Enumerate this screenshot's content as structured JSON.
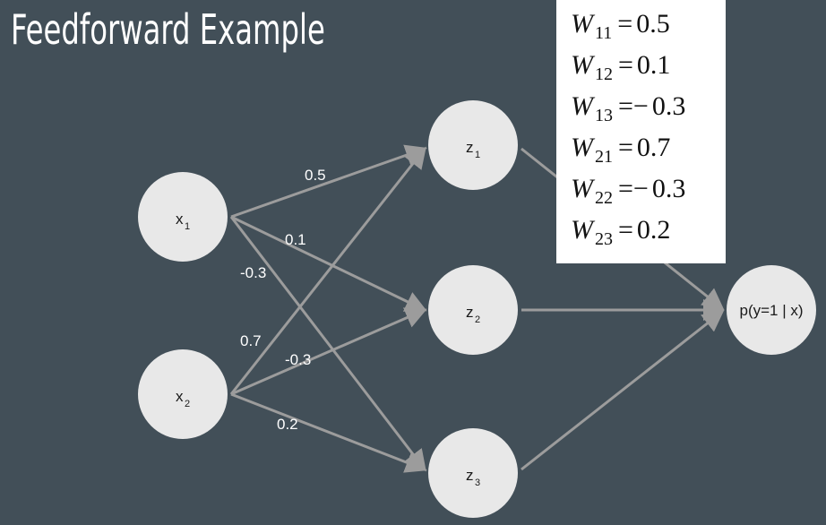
{
  "title": "Feedforward Example",
  "nodes": {
    "x1": {
      "base": "x",
      "sub": "1"
    },
    "x2": {
      "base": "x",
      "sub": "2"
    },
    "z1": {
      "base": "z",
      "sub": "1"
    },
    "z2": {
      "base": "z",
      "sub": "2"
    },
    "z3": {
      "base": "z",
      "sub": "3"
    },
    "output": {
      "label": "p(y=1 | x)"
    }
  },
  "edge_labels": {
    "x1_z1": "0.5",
    "x1_z2": "0.1",
    "x1_z3": "-0.3",
    "x2_z1": "0.7",
    "x2_z2": "-0.3",
    "x2_z3": "0.2"
  },
  "weights_table": [
    {
      "symbol": "W",
      "sub": "11",
      "eq": "=",
      "value": "0.5"
    },
    {
      "symbol": "W",
      "sub": "12",
      "eq": "=",
      "value": "0.1"
    },
    {
      "symbol": "W",
      "sub": "13",
      "eq": "=−",
      "value": "0.3"
    },
    {
      "symbol": "W",
      "sub": "21",
      "eq": "=",
      "value": "0.7"
    },
    {
      "symbol": "W",
      "sub": "22",
      "eq": "=−",
      "value": "0.3"
    },
    {
      "symbol": "W",
      "sub": "23",
      "eq": "=",
      "value": "0.2"
    }
  ],
  "colors": {
    "background": "#424f58",
    "node_fill": "#e8e8e8",
    "edge": "#9c9c9c"
  }
}
